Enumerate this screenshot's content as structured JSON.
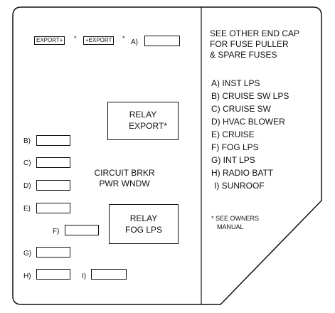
{
  "export_tags": {
    "left": "EXPORT+",
    "right": "+EXPORT",
    "star": "*"
  },
  "fuse_labels": {
    "A": "A)",
    "B": "B)",
    "C": "C)",
    "D": "D)",
    "E": "E)",
    "F": "F)",
    "G": "G)",
    "H": "H)",
    "I": "I)"
  },
  "relay_export": {
    "line1": "RELAY",
    "line2": "EXPORT*"
  },
  "circuit_breaker": {
    "line1": "CIRCUIT BRKR",
    "line2": "PWR WNDW"
  },
  "relay_fog": {
    "line1": "RELAY",
    "line2": "FOG LPS"
  },
  "notice": {
    "line1": "SEE OTHER END CAP",
    "line2": "FOR FUSE PULLER",
    "line3": "& SPARE FUSES"
  },
  "legend": [
    "A) INST LPS",
    "B) CRUISE SW LPS",
    "C) CRUISE SW",
    "D) HVAC BLOWER",
    "E) CRUISE",
    "F) FOG LPS",
    "G) INT LPS",
    "H) RADIO BATT",
    "I) SUNROOF"
  ],
  "footnote": {
    "line1": "* SEE OWNERS",
    "line2": "MANUAL"
  }
}
